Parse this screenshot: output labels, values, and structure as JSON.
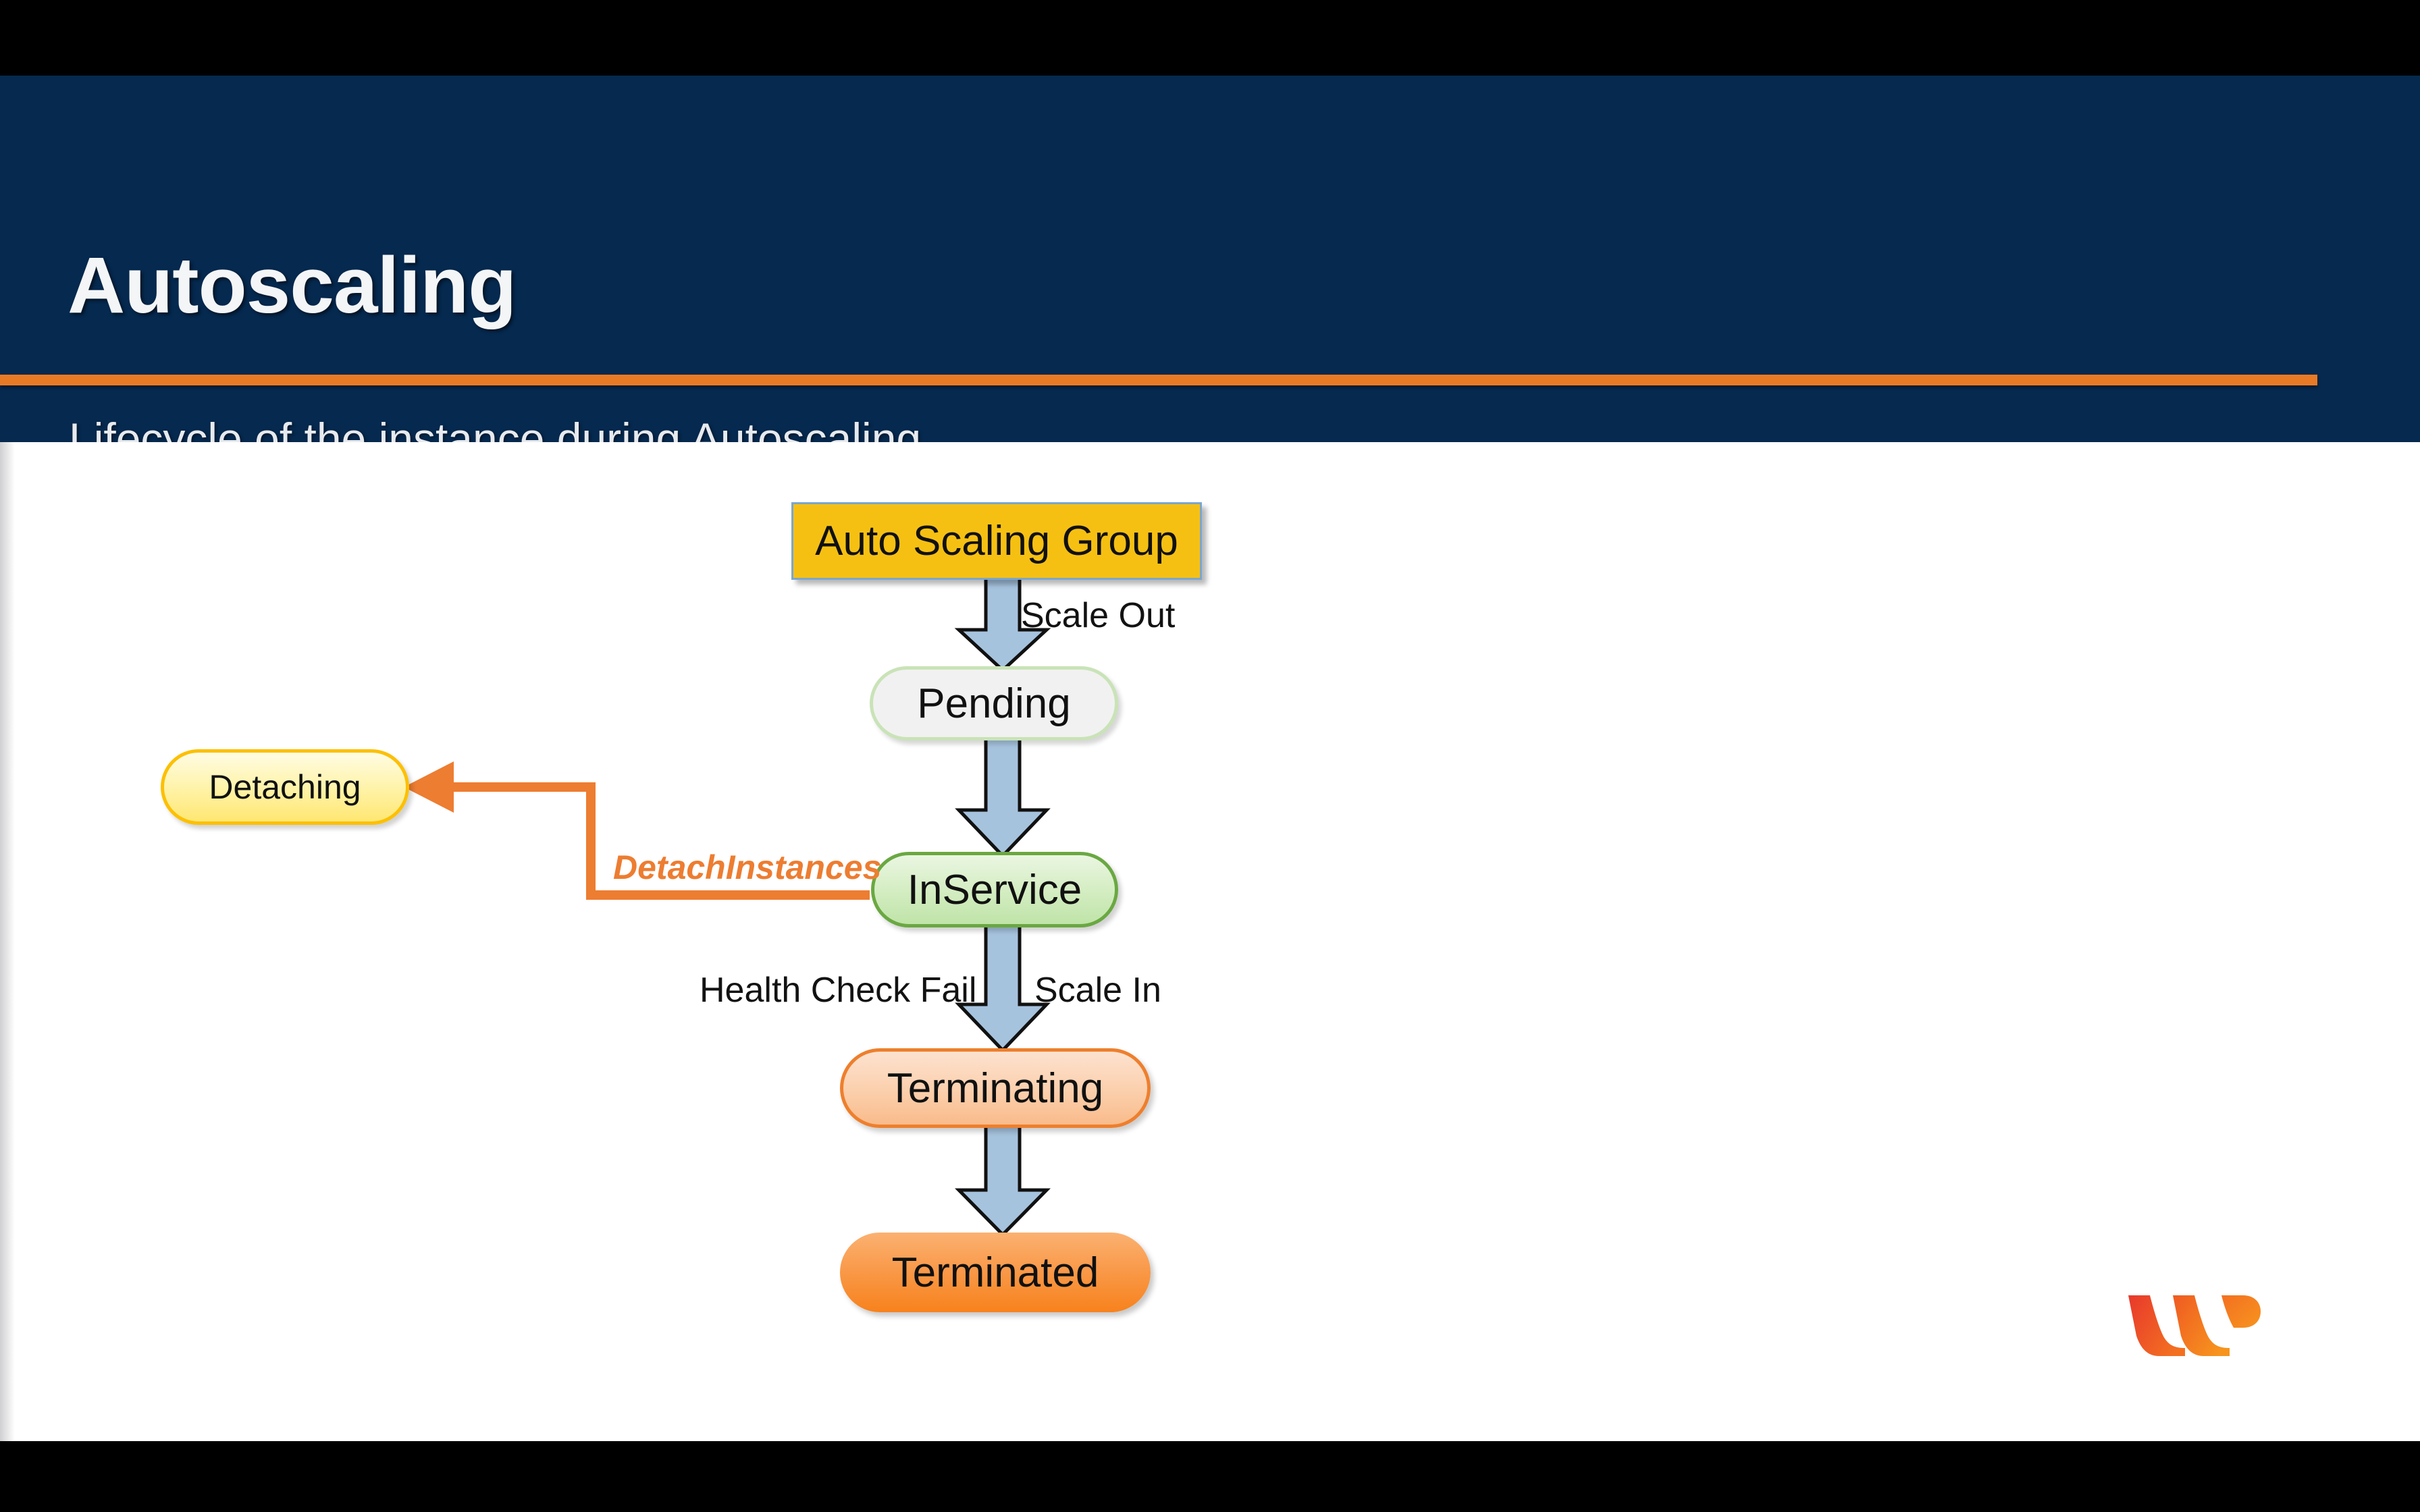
{
  "slide": {
    "header": {
      "title": "Autoscaling",
      "subtitle": "Lifecycle of the instance during Autoscaling",
      "bg_color": "#05294f",
      "rule_color": "#e87a26",
      "title_color": "#f3f5f7"
    },
    "diagram": {
      "type": "state-lifecycle-flowchart",
      "nodes": [
        {
          "id": "asg",
          "label": "Auto Scaling Group",
          "shape": "rectangle",
          "fill": "#f6c013",
          "border": "#7ba6cd"
        },
        {
          "id": "pending",
          "label": "Pending",
          "shape": "rounded-pill",
          "fill": "#f1f1f1",
          "border": "#c9e3b7"
        },
        {
          "id": "inservice",
          "label": "InService",
          "shape": "rounded-pill",
          "fill": "#d4edc2",
          "border": "#6aa842"
        },
        {
          "id": "detaching",
          "label": "Detaching",
          "shape": "rounded-pill",
          "fill": "#fff4ad",
          "border": "#fcc003"
        },
        {
          "id": "terminating",
          "label": "Terminating",
          "shape": "rounded-pill",
          "fill": "#fbcfac",
          "border": "#ee7f2d"
        },
        {
          "id": "terminated",
          "label": "Terminated",
          "shape": "rounded-pill",
          "fill": "#f99847",
          "border": "none"
        }
      ],
      "edges": [
        {
          "from": "asg",
          "to": "pending",
          "label": "Scale Out",
          "style": "block-arrow",
          "color": "#a6c3de"
        },
        {
          "from": "pending",
          "to": "inservice",
          "label": "",
          "style": "block-arrow",
          "color": "#a6c3de"
        },
        {
          "from": "inservice",
          "to": "terminating",
          "label": "Scale In",
          "style": "block-arrow",
          "color": "#a6c3de"
        },
        {
          "from": "inservice",
          "to": "terminating",
          "label": "Health Check Fail",
          "style": "block-arrow",
          "color": "#a6c3de"
        },
        {
          "from": "terminating",
          "to": "terminated",
          "label": "",
          "style": "block-arrow",
          "color": "#a6c3de"
        },
        {
          "from": "inservice",
          "to": "detaching",
          "label": "DetachInstances",
          "style": "elbow-arrow",
          "color": "#ed7d31"
        }
      ],
      "labels": {
        "scale_out": "Scale Out",
        "health_check_fail": "Health Check Fail",
        "scale_in": "Scale In",
        "detach_instances": "DetachInstances"
      }
    },
    "logo": {
      "name": "whizlabs-w-logo",
      "gradient_start": "#e8392c",
      "gradient_end": "#f7941e"
    }
  }
}
